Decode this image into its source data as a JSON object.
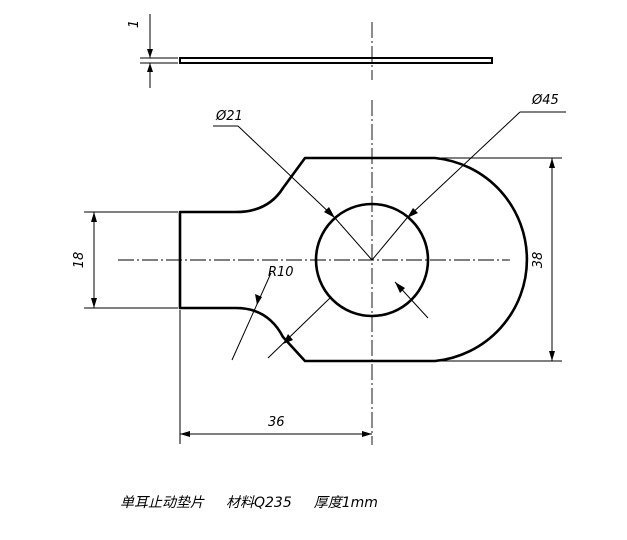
{
  "dimensions": {
    "thickness": "1",
    "small_diameter": "Ø21",
    "large_diameter": "Ø45",
    "tab_height": "18",
    "overall_height": "38",
    "radius": "R10",
    "tab_length": "36"
  },
  "caption": {
    "part_name": "单耳止动垫片",
    "material": "材料Q235",
    "thickness_note": "厚度1mm"
  }
}
